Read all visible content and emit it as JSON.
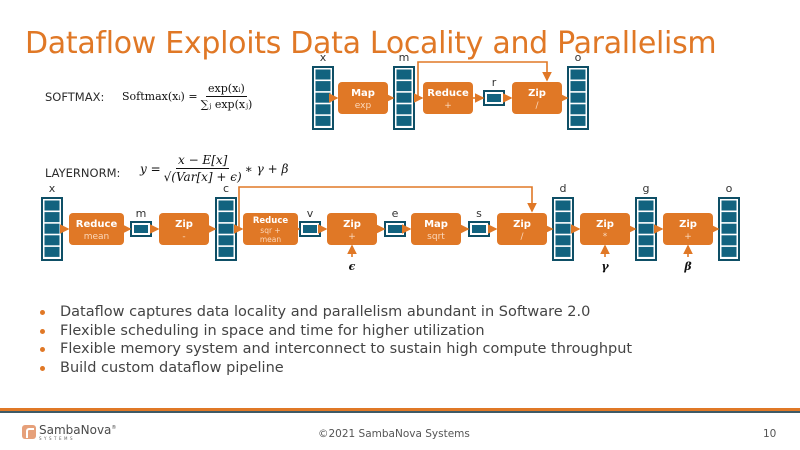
{
  "slide": {
    "title": "Dataflow Exploits Data Locality and Parallelism",
    "page_number": "10",
    "copyright": "©2021 SambaNova Systems",
    "logo": {
      "name": "SambaNova",
      "trademark": "®",
      "subtitle": "SYSTEMS"
    },
    "colors": {
      "accent": "#e07826",
      "node": "#e07826",
      "buffer": "#12637f",
      "buffer_border": "#0e4f66",
      "rule_dark": "#3e5a66"
    }
  },
  "softmax": {
    "label": "SOFTMAX:",
    "formula": {
      "lhs": "Softmax(xᵢ) =",
      "numerator": "exp(xᵢ)",
      "denominator": "∑ⱼ exp(xⱼ)"
    },
    "buffers": [
      {
        "id": "x",
        "label": "x",
        "kind": "vector"
      },
      {
        "id": "m",
        "label": "m",
        "kind": "vector"
      },
      {
        "id": "r",
        "label": "r",
        "kind": "scalar"
      },
      {
        "id": "o",
        "label": "o",
        "kind": "vector"
      }
    ],
    "nodes": [
      {
        "op": "Map",
        "arg": "exp"
      },
      {
        "op": "Reduce",
        "arg": "+"
      },
      {
        "op": "Zip",
        "arg": "/"
      }
    ]
  },
  "layernorm": {
    "label": "LAYERNORM:",
    "formula": {
      "lhs": "y =",
      "numerator": "x − E[x]",
      "denominator": "√(Var[x] + ϵ)",
      "rhs": "∗ γ + β"
    },
    "buffers": [
      {
        "id": "x",
        "label": "x",
        "kind": "vector"
      },
      {
        "id": "m",
        "label": "m",
        "kind": "scalar"
      },
      {
        "id": "c",
        "label": "c",
        "kind": "vector"
      },
      {
        "id": "v",
        "label": "v",
        "kind": "scalar"
      },
      {
        "id": "e",
        "label": "e",
        "kind": "scalar"
      },
      {
        "id": "s",
        "label": "s",
        "kind": "scalar"
      },
      {
        "id": "d",
        "label": "d",
        "kind": "vector"
      },
      {
        "id": "g",
        "label": "g",
        "kind": "vector"
      },
      {
        "id": "o",
        "label": "o",
        "kind": "vector"
      }
    ],
    "nodes": [
      {
        "op": "Reduce",
        "arg": "mean"
      },
      {
        "op": "Zip",
        "arg": "-"
      },
      {
        "op": "Reduce",
        "arg": "sqr + mean",
        "arg_lines": [
          "sqr +",
          "mean"
        ]
      },
      {
        "op": "Zip",
        "arg": "+",
        "input": "ϵ"
      },
      {
        "op": "Map",
        "arg": "sqrt"
      },
      {
        "op": "Zip",
        "arg": "/"
      },
      {
        "op": "Zip",
        "arg": "*",
        "input": "γ"
      },
      {
        "op": "Zip",
        "arg": "+",
        "input": "β"
      }
    ]
  },
  "bullets": [
    "Dataflow captures data locality and parallelism abundant in Software 2.0",
    "Flexible scheduling in space and time for higher utilization",
    "Flexible memory system and interconnect to sustain high compute throughput",
    "Build custom dataflow pipeline"
  ]
}
